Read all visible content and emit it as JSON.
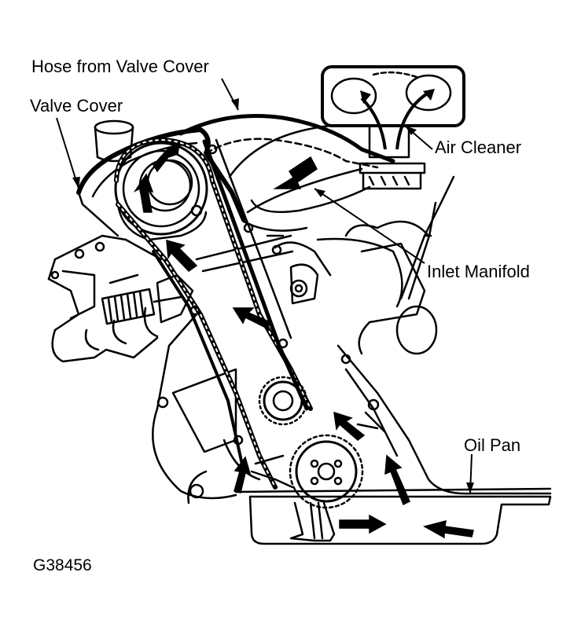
{
  "diagram": {
    "labels": {
      "hose": "Hose from Valve Cover",
      "valve_cover": "Valve Cover",
      "air_cleaner": "Air Cleaner",
      "inlet_manifold": "Inlet Manifold",
      "oil_pan": "Oil Pan"
    },
    "figure_id": "G38456",
    "colors": {
      "line": "#000000",
      "background": "#ffffff"
    }
  }
}
